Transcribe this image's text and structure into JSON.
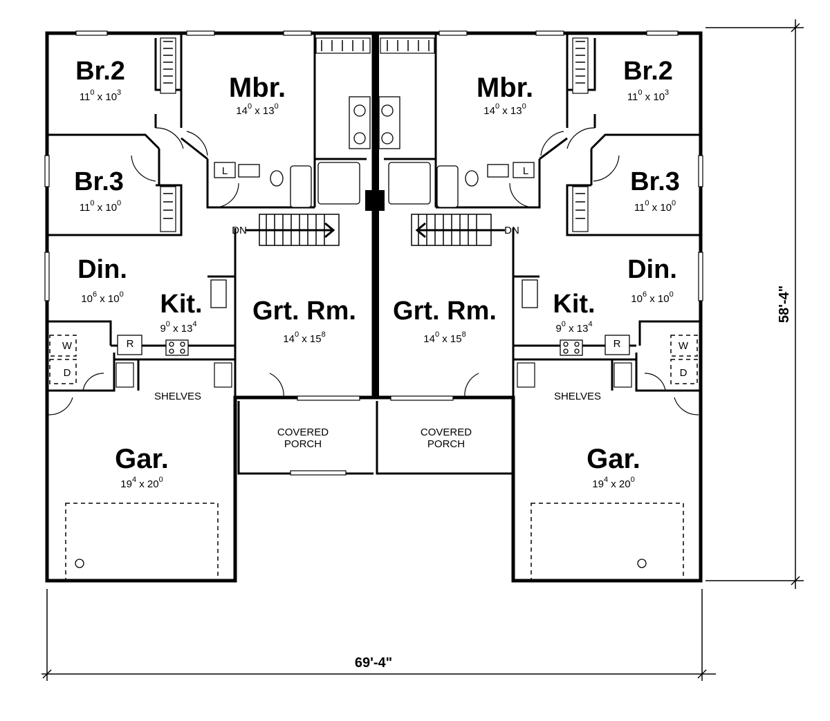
{
  "units": {
    "left": {
      "rooms": [
        {
          "id": "br2",
          "name": "Br.2",
          "dim_w": "11",
          "dim_w_sup": "0",
          "dim_h": "10",
          "dim_h_sup": "3"
        },
        {
          "id": "br3",
          "name": "Br.3",
          "dim_w": "11",
          "dim_w_sup": "0",
          "dim_h": "10",
          "dim_h_sup": "0"
        },
        {
          "id": "mbr",
          "name": "Mbr.",
          "dim_w": "14",
          "dim_w_sup": "0",
          "dim_h": "13",
          "dim_h_sup": "0"
        },
        {
          "id": "din",
          "name": "Din.",
          "dim_w": "10",
          "dim_w_sup": "6",
          "dim_h": "10",
          "dim_h_sup": "0"
        },
        {
          "id": "kit",
          "name": "Kit.",
          "dim_w": "9",
          "dim_w_sup": "0",
          "dim_h": "13",
          "dim_h_sup": "4"
        },
        {
          "id": "grt",
          "name": "Grt. Rm.",
          "dim_w": "14",
          "dim_w_sup": "0",
          "dim_h": "15",
          "dim_h_sup": "8"
        },
        {
          "id": "gar",
          "name": "Gar.",
          "dim_w": "19",
          "dim_w_sup": "4",
          "dim_h": "20",
          "dim_h_sup": "0"
        }
      ],
      "porch": [
        "COVERED",
        "PORCH"
      ],
      "shelves": "SHELVES",
      "stairs": "DN",
      "washer": "W",
      "dryer": "D",
      "fridge": "R",
      "linen": "L"
    },
    "right": {
      "rooms": [
        {
          "id": "br2",
          "name": "Br.2",
          "dim_w": "11",
          "dim_w_sup": "0",
          "dim_h": "10",
          "dim_h_sup": "3"
        },
        {
          "id": "br3",
          "name": "Br.3",
          "dim_w": "11",
          "dim_w_sup": "0",
          "dim_h": "10",
          "dim_h_sup": "0"
        },
        {
          "id": "mbr",
          "name": "Mbr.",
          "dim_w": "14",
          "dim_w_sup": "0",
          "dim_h": "13",
          "dim_h_sup": "0"
        },
        {
          "id": "din",
          "name": "Din.",
          "dim_w": "10",
          "dim_w_sup": "6",
          "dim_h": "10",
          "dim_h_sup": "0"
        },
        {
          "id": "kit",
          "name": "Kit.",
          "dim_w": "9",
          "dim_w_sup": "0",
          "dim_h": "13",
          "dim_h_sup": "4"
        },
        {
          "id": "grt",
          "name": "Grt. Rm.",
          "dim_w": "14",
          "dim_w_sup": "0",
          "dim_h": "15",
          "dim_h_sup": "8"
        },
        {
          "id": "gar",
          "name": "Gar.",
          "dim_w": "19",
          "dim_w_sup": "4",
          "dim_h": "20",
          "dim_h_sup": "0"
        }
      ],
      "porch": [
        "COVERED",
        "PORCH"
      ],
      "shelves": "SHELVES",
      "stairs": "DN",
      "washer": "W",
      "dryer": "D",
      "fridge": "R",
      "linen": "L"
    }
  },
  "overall": {
    "width": "69'-4\"",
    "depth": "58'-4\""
  },
  "colors": {
    "ink": "#000000",
    "paper": "#ffffff"
  }
}
